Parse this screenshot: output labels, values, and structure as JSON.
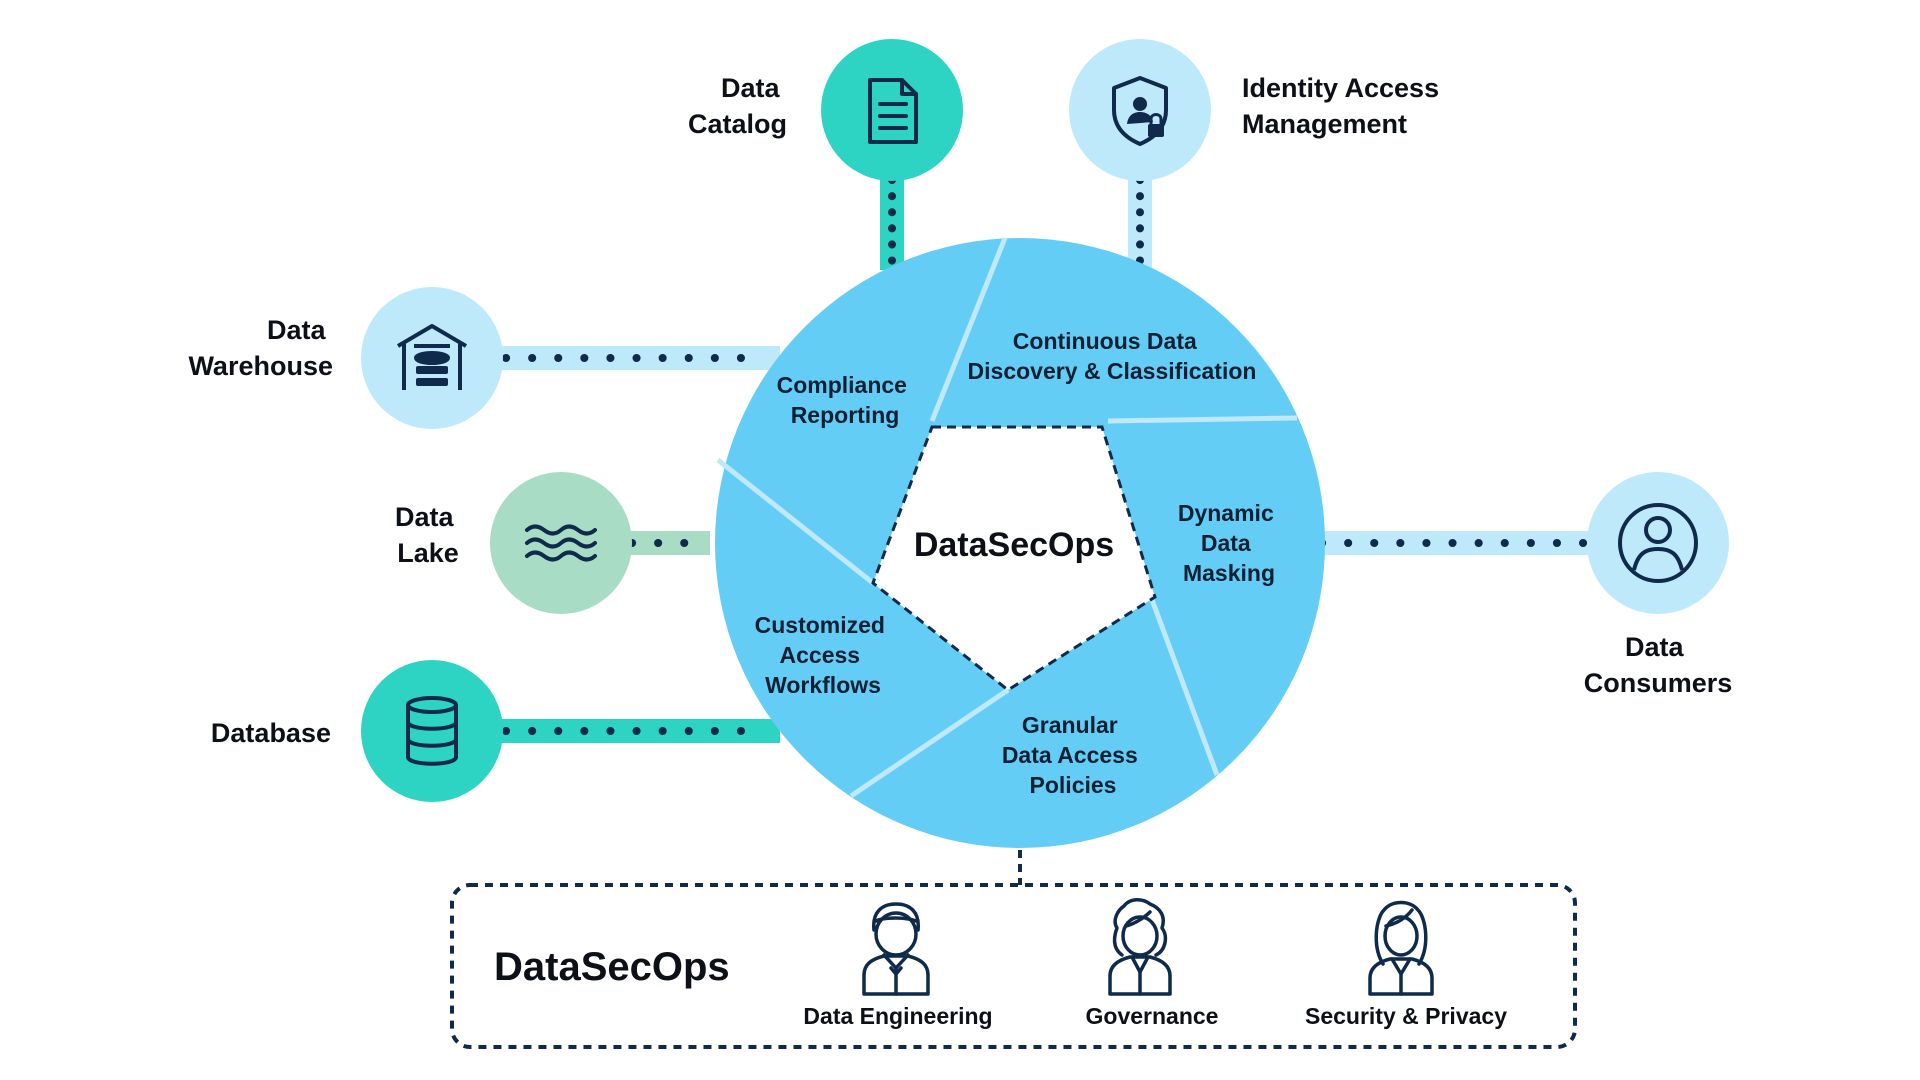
{
  "colors": {
    "teal": "#2dd4c4",
    "light_blue": "#bde9fb",
    "sage": "#a8dcc4",
    "wheel_blue": "#64cdf5",
    "navy": "#0f2a4a",
    "text": "#0d1117"
  },
  "sources": {
    "data_catalog": {
      "lines": [
        "Data",
        "Catalog"
      ],
      "icon": "document-icon"
    },
    "identity_access": {
      "lines": [
        "Identity Access",
        "Management"
      ],
      "icon": "shield-user-lock-icon"
    },
    "data_warehouse": {
      "lines": [
        "Data",
        "Warehouse"
      ],
      "icon": "warehouse-icon"
    },
    "data_lake": {
      "lines": [
        "Data",
        "Lake"
      ],
      "icon": "waves-icon"
    },
    "database": {
      "lines": [
        "Database"
      ],
      "icon": "database-icon"
    },
    "data_consumers": {
      "lines": [
        "Data",
        "Consumers"
      ],
      "icon": "user-icon"
    }
  },
  "wheel": {
    "center_label": "DataSecOps",
    "segments": {
      "compliance": [
        "Compliance",
        "Reporting"
      ],
      "discovery": [
        "Continuous Data",
        "Discovery & Classification"
      ],
      "masking": [
        "Dynamic",
        "Data",
        "Masking"
      ],
      "policies": [
        "Granular",
        "Data Access",
        "Policies"
      ],
      "workflows": [
        "Customized",
        "Access",
        "Workflows"
      ]
    }
  },
  "team": {
    "title": "DataSecOps",
    "roles": [
      {
        "label": "Data Engineering",
        "icon": "engineer-icon"
      },
      {
        "label": "Governance",
        "icon": "woman-curly-hair-icon"
      },
      {
        "label": "Security & Privacy",
        "icon": "woman-long-hair-icon"
      }
    ]
  }
}
